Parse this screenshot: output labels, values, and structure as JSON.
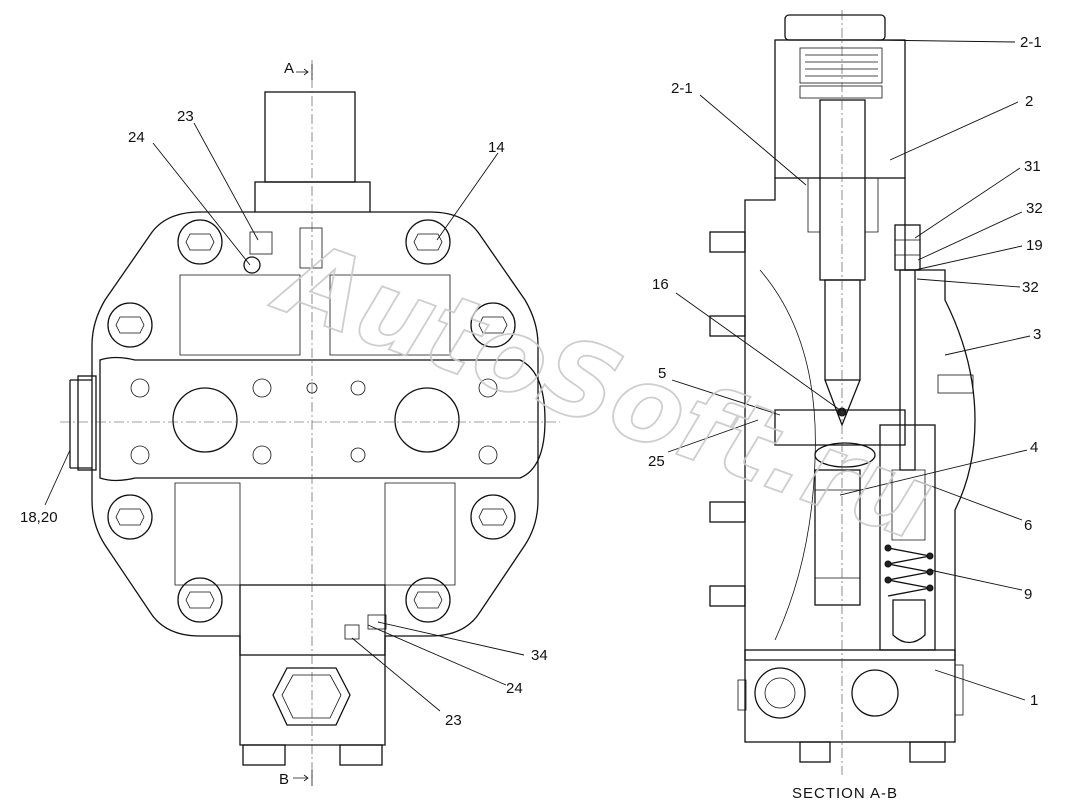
{
  "section_markers": {
    "top": "A",
    "bottom": "B"
  },
  "left_view": {
    "callouts": [
      "24",
      "23",
      "14",
      "18,20",
      "34",
      "24",
      "23"
    ]
  },
  "right_view": {
    "callouts": [
      "2-1",
      "2-1",
      "2",
      "31",
      "32",
      "19",
      "32",
      "3",
      "16",
      "5",
      "25",
      "4",
      "6",
      "9",
      "1"
    ],
    "section_title": "SECTION  A-B"
  },
  "watermark": "AutoSoft.ru"
}
